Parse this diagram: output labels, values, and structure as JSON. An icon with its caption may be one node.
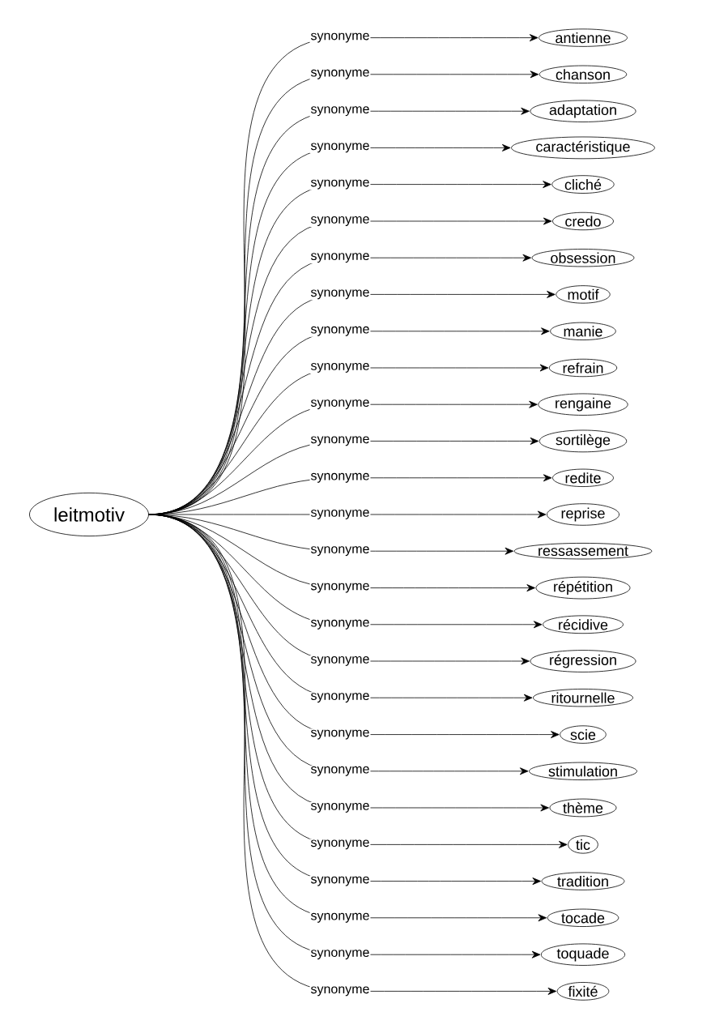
{
  "diagram": {
    "nodes": [
      {
        "text": [
          "leitmotiv"
        ]
      },
      {
        "text": [
          "antienne"
        ]
      },
      {
        "text": [
          "chanson"
        ]
      },
      {
        "text": [
          "adaptation"
        ]
      },
      {
        "text": [
          "caractéristique"
        ]
      },
      {
        "text": [
          "cliché"
        ]
      },
      {
        "text": [
          "credo"
        ]
      },
      {
        "text": [
          "obsession"
        ]
      },
      {
        "text": [
          "motif"
        ]
      },
      {
        "text": [
          "manie"
        ]
      },
      {
        "text": [
          "refrain"
        ]
      },
      {
        "text": [
          "rengaine"
        ]
      },
      {
        "text": [
          "sortilège"
        ]
      },
      {
        "text": [
          "redite"
        ]
      },
      {
        "text": [
          "reprise"
        ]
      },
      {
        "text": [
          "ressassement"
        ]
      },
      {
        "text": [
          "répétition"
        ]
      },
      {
        "text": [
          "récidive"
        ]
      },
      {
        "text": [
          "régression"
        ]
      },
      {
        "text": [
          "ritournelle"
        ]
      },
      {
        "text": [
          "scie"
        ]
      },
      {
        "text": [
          "stimulation"
        ]
      },
      {
        "text": [
          "thème"
        ]
      },
      {
        "text": [
          "tic"
        ]
      },
      {
        "text": [
          "tradition"
        ]
      },
      {
        "text": [
          "tocade"
        ]
      },
      {
        "text": [
          "toquade"
        ]
      },
      {
        "text": [
          "fixité"
        ]
      }
    ],
    "edges": [
      {
        "from": 0,
        "to": 1,
        "arrow": "to",
        "label": "synonyme"
      },
      {
        "from": 0,
        "to": 2,
        "arrow": "to",
        "label": "synonyme"
      },
      {
        "from": 0,
        "to": 3,
        "arrow": "to",
        "label": "synonyme"
      },
      {
        "from": 0,
        "to": 4,
        "arrow": "to",
        "label": "synonyme"
      },
      {
        "from": 0,
        "to": 5,
        "arrow": "to",
        "label": "synonyme"
      },
      {
        "from": 0,
        "to": 6,
        "arrow": "to",
        "label": "synonyme"
      },
      {
        "from": 0,
        "to": 7,
        "arrow": "to",
        "label": "synonyme"
      },
      {
        "from": 0,
        "to": 8,
        "arrow": "to",
        "label": "synonyme"
      },
      {
        "from": 0,
        "to": 9,
        "arrow": "to",
        "label": "synonyme"
      },
      {
        "from": 0,
        "to": 10,
        "arrow": "to",
        "label": "synonyme"
      },
      {
        "from": 0,
        "to": 11,
        "arrow": "to",
        "label": "synonyme"
      },
      {
        "from": 0,
        "to": 12,
        "arrow": "to",
        "label": "synonyme"
      },
      {
        "from": 0,
        "to": 13,
        "arrow": "to",
        "label": "synonyme"
      },
      {
        "from": 0,
        "to": 14,
        "arrow": "to",
        "label": "synonyme"
      },
      {
        "from": 0,
        "to": 15,
        "arrow": "to",
        "label": "synonyme"
      },
      {
        "from": 0,
        "to": 16,
        "arrow": "to",
        "label": "synonyme"
      },
      {
        "from": 0,
        "to": 17,
        "arrow": "to",
        "label": "synonyme"
      },
      {
        "from": 0,
        "to": 18,
        "arrow": "to",
        "label": "synonyme"
      },
      {
        "from": 0,
        "to": 19,
        "arrow": "to",
        "label": "synonyme"
      },
      {
        "from": 0,
        "to": 20,
        "arrow": "to",
        "label": "synonyme"
      },
      {
        "from": 0,
        "to": 21,
        "arrow": "to",
        "label": "synonyme"
      },
      {
        "from": 0,
        "to": 22,
        "arrow": "to",
        "label": "synonyme"
      },
      {
        "from": 0,
        "to": 23,
        "arrow": "to",
        "label": "synonyme"
      },
      {
        "from": 0,
        "to": 24,
        "arrow": "to",
        "label": "synonyme"
      },
      {
        "from": 0,
        "to": 25,
        "arrow": "to",
        "label": "synonyme"
      },
      {
        "from": 0,
        "to": 26,
        "arrow": "to",
        "label": "synonyme"
      },
      {
        "from": 0,
        "to": 27,
        "arrow": "to",
        "label": "synonyme"
      }
    ]
  }
}
